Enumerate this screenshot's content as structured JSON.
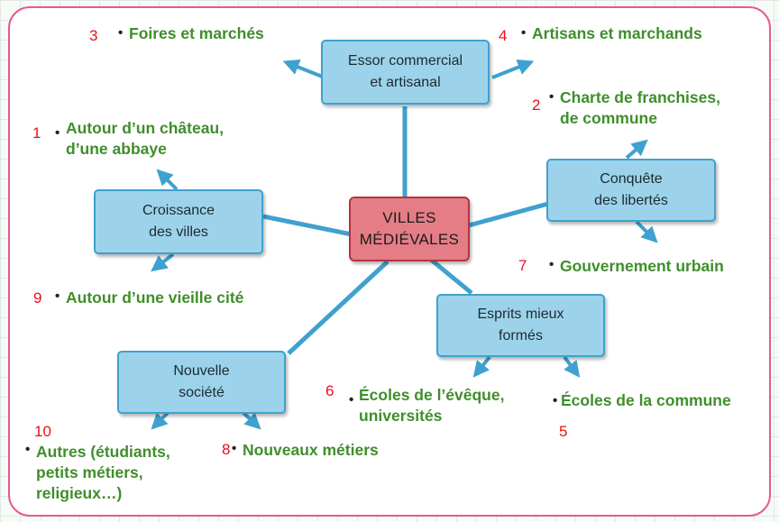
{
  "center": "VILLES\nMÉDIÉVALES",
  "branches": {
    "essor": "Essor commercial\net artisanal",
    "libertes": "Conquête\ndes libertés",
    "croissance": "Croissance\ndes villes",
    "esprits": "Esprits mieux\nformés",
    "societe": "Nouvelle\nsociété"
  },
  "items": [
    {
      "number": "1",
      "text": "Autour d’un château,\nd’une abbaye"
    },
    {
      "number": "2",
      "text": "Charte de franchises,\nde commune"
    },
    {
      "number": "3",
      "text": "Foires et marchés"
    },
    {
      "number": "4",
      "text": "Artisans et marchands"
    },
    {
      "number": "5",
      "text": "Écoles de la commune"
    },
    {
      "number": "6",
      "text": "Écoles de l’évêque,\nuniversités"
    },
    {
      "number": "7",
      "text": "Gouvernement urbain"
    },
    {
      "number": "8",
      "text": "Nouveaux métiers"
    },
    {
      "number": "9",
      "text": "Autour d’une vieille cité"
    },
    {
      "number": "10",
      "text": "Autres (étudiants,\npetits métiers,\nreligieux…)"
    }
  ],
  "colors": {
    "frame": "#e85a8e",
    "center_fill": "#e47d86",
    "branch_fill": "#9dd3ea",
    "connector": "#3fa1cf",
    "item_text": "#3f8e2b",
    "number_text": "#e8101a"
  }
}
